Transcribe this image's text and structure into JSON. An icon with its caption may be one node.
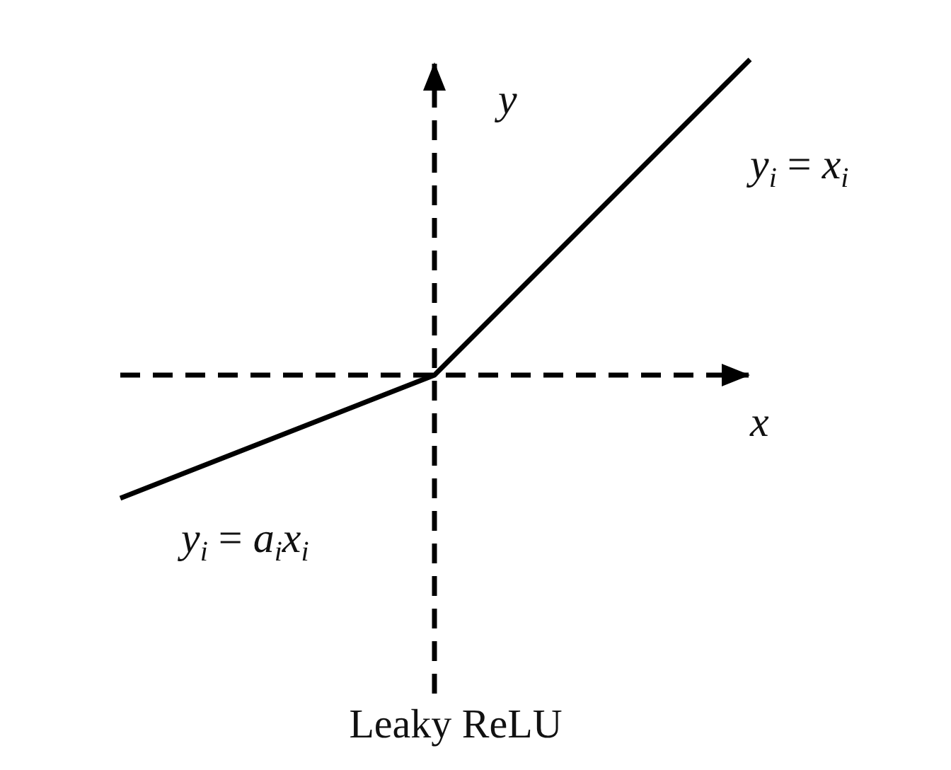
{
  "diagram": {
    "caption": "Leaky ReLU",
    "labels": [
      "*y*",
      "*y*$_{i}$ = *x*$_{i}$",
      "*x*",
      "*y*$_{i}$ = *a*$_{i}$*x*$_{i}$"
    ]
  }
}
